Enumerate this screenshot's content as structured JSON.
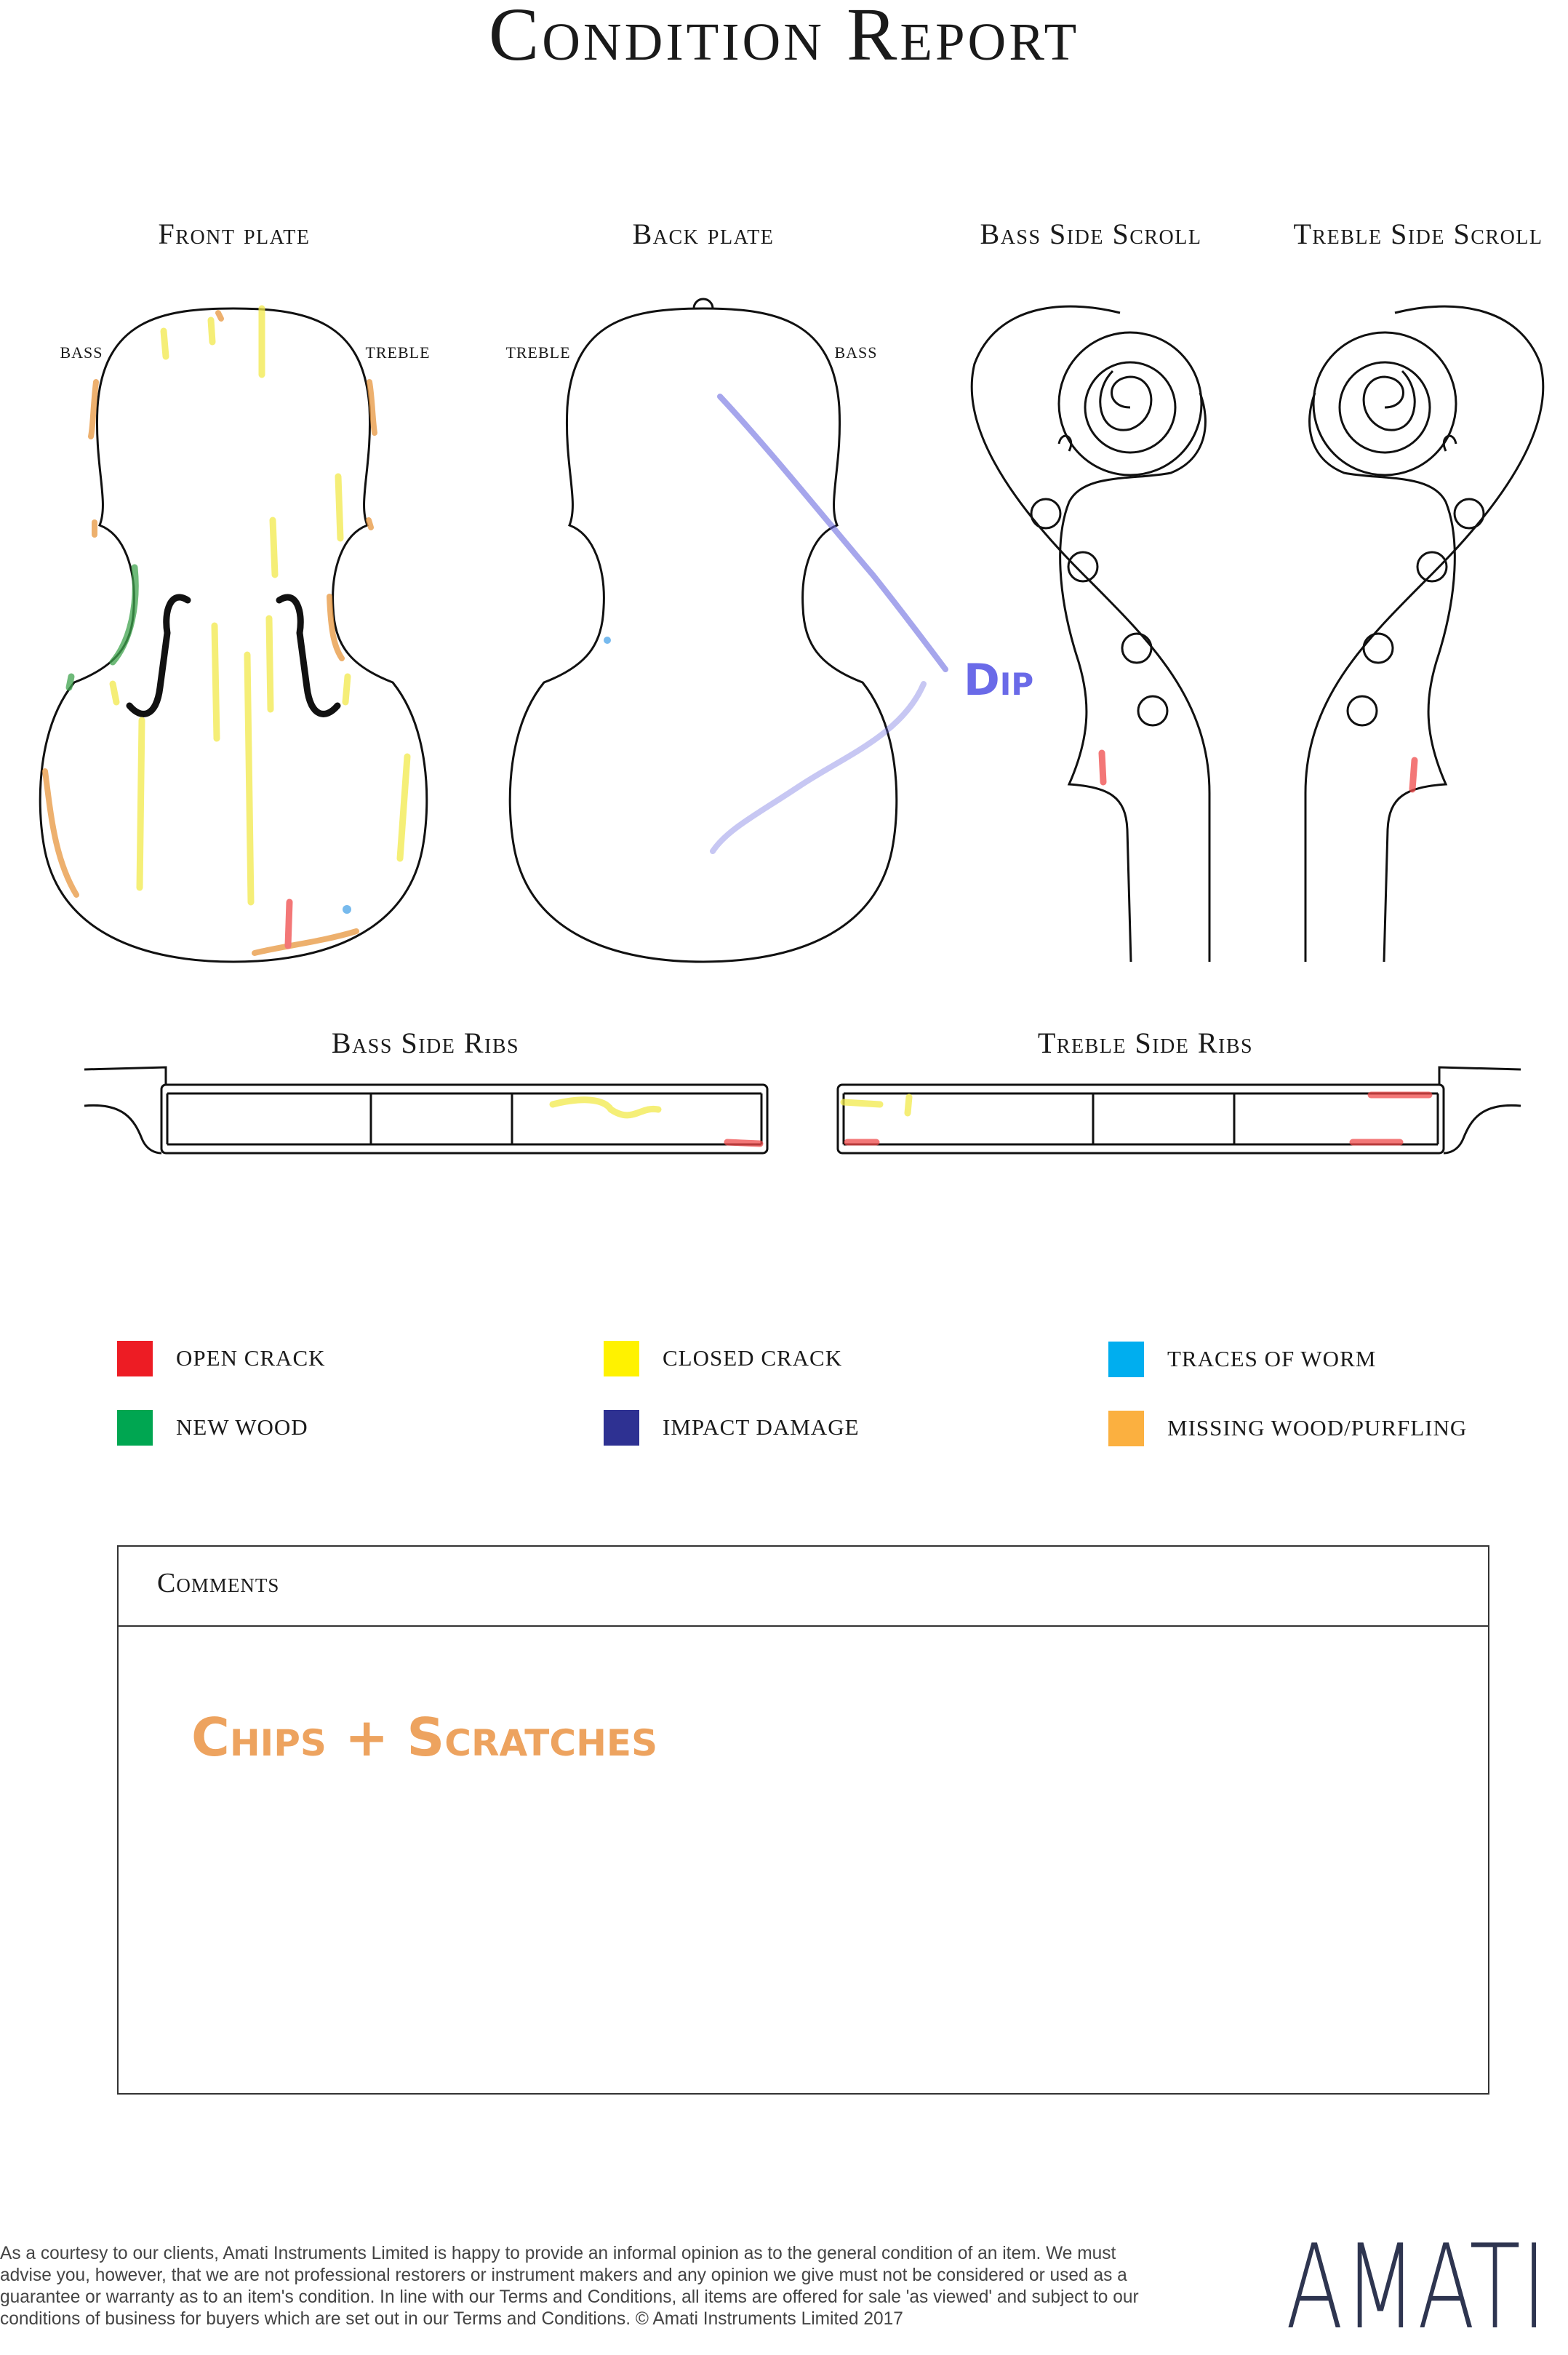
{
  "title": "Condition Report",
  "views": {
    "front_plate": {
      "label": "Front plate",
      "left_side": "BASS",
      "right_side": "TREBLE"
    },
    "back_plate": {
      "label": "Back plate",
      "left_side": "TREBLE",
      "right_side": "BASS",
      "annotation": "Dip"
    },
    "bass_side_scroll": {
      "label": "Bass Side Scroll"
    },
    "treble_side_scroll": {
      "label": "Treble Side Scroll"
    },
    "bass_side_ribs": {
      "label": "Bass Side Ribs"
    },
    "treble_side_ribs": {
      "label": "Treble Side Ribs"
    }
  },
  "legend": [
    {
      "label": "OPEN CRACK",
      "color": "#ed1c24"
    },
    {
      "label": "CLOSED CRACK",
      "color": "#fff200"
    },
    {
      "label": "TRACES OF WORM",
      "color": "#00aeef"
    },
    {
      "label": "NEW WOOD",
      "color": "#00a651"
    },
    {
      "label": "IMPACT DAMAGE",
      "color": "#2e3192"
    },
    {
      "label": "MISSING WOOD/PURFLING",
      "color": "#fbb040"
    }
  ],
  "comments": {
    "heading": "Comments",
    "text": "Chips + Scratches"
  },
  "footer": {
    "disclaimer": "As a courtesy to our clients, Amati Instruments Limited is happy to provide an informal opinion as to the general condition of an item. We must advise you, however, that we are not professional restorers or instrument makers and any opinion we give must not be considered or used as a guarantee or warranty as to an item's condition. In line with our Terms and Conditions, all items are offered for sale 'as viewed' and subject to our conditions of business for buyers which are set out in our Terms and Conditions. © Amati Instruments Limited 2017",
    "logo": "AMATI"
  }
}
